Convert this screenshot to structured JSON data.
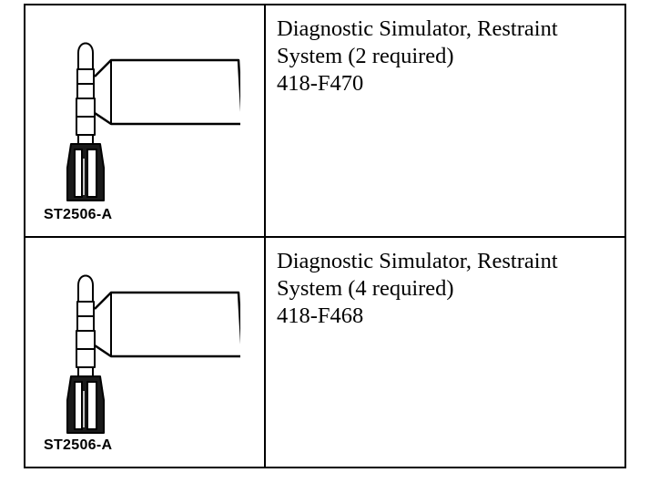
{
  "tools": [
    {
      "illustration_ref": "ST2506-A",
      "icon": "restraint-diagnostic-simulator-icon",
      "description_lines": [
        "Diagnostic Simulator, Restraint",
        "System (2 required)"
      ],
      "part_number": "418-F470"
    },
    {
      "illustration_ref": "ST2506-A",
      "icon": "restraint-diagnostic-simulator-icon",
      "description_lines": [
        "Diagnostic Simulator, Restraint",
        "System (4 required)"
      ],
      "part_number": "418-F468"
    }
  ]
}
